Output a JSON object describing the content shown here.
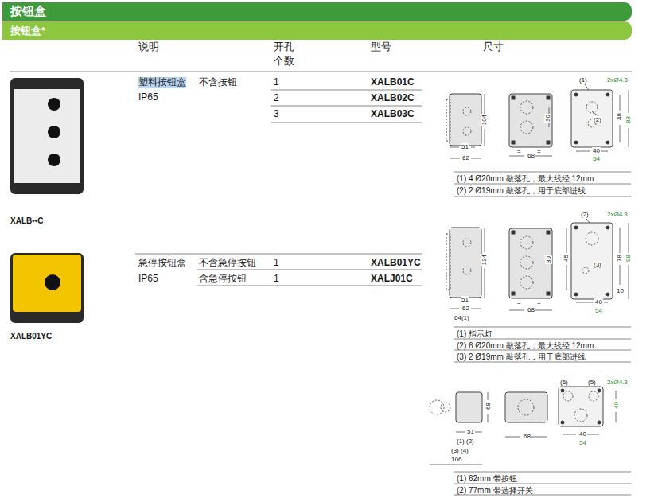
{
  "diagram": {
    "nodes": [
      {
        "text": [
          "按钮盒"
        ]
      },
      {
        "text": [
          "按钮盒*"
        ]
      }
    ],
    "labels": [
      "说明",
      "开孔",
      "个数",
      "型号",
      "尺寸",
      "塑料按钮盒",
      "不含按钮",
      "IP65",
      "1",
      "XALB01C",
      "2",
      "XALB02C",
      "3",
      "XALB03C",
      "XALB••C",
      "急停按钮盒",
      "不含急停按钮",
      "1",
      "XALB01YC",
      "IP65",
      "含急停按钮",
      "1",
      "XALJ01C",
      "XALB01YC",
      "(1) 4 Ø20mm 敲落孔，最大线经 12mm",
      "(2) 2 Ø19mm 敲落孔，用于底部进线",
      "(1) 指示灯",
      "(2) 6 Ø20mm 敲落孔，最大线经 12mm",
      "(3) 2 Ø19mm 敲落孔，用于底部进线",
      "(1) 62mm 带按钮",
      "(2) 77mm 带选择开关",
      "104",
      "51",
      "62",
      "=",
      "=",
      "30",
      "68",
      "(1)",
      "2xØ4.3",
      "(2)",
      "48",
      "88",
      "40",
      "54",
      "134",
      "51",
      "62",
      "64(1)",
      "=",
      "=",
      "30",
      "68",
      "(2)",
      "2xØ4.3",
      "45",
      "(3)",
      "78",
      "98",
      "10",
      "40",
      "54",
      "68",
      "51",
      "(1) (2)",
      "(3) (4)",
      "106",
      "68",
      "(6)",
      "(5)",
      "2xØ4.3",
      "40",
      "40",
      "54"
    ]
  }
}
